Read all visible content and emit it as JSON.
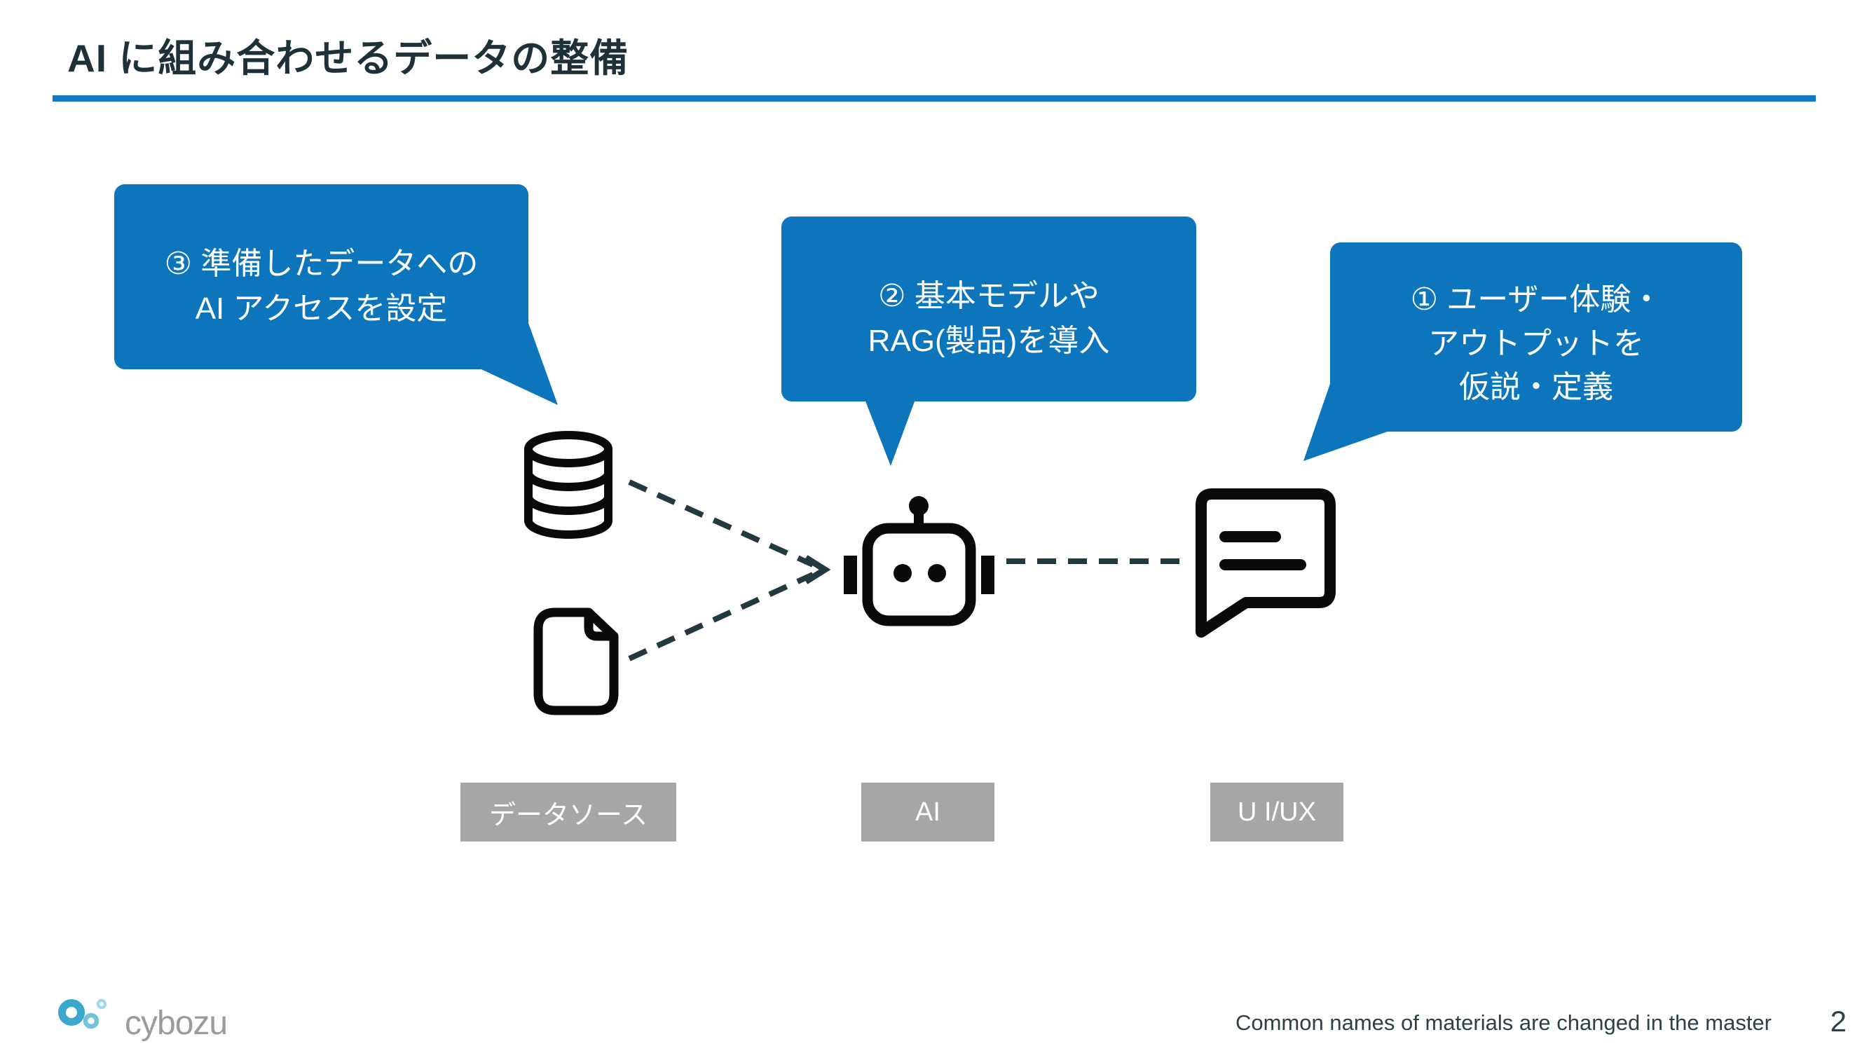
{
  "slide": {
    "title": "AI に組み合わせるデータの整備",
    "footer_note": "Common names of materials are changed in the master",
    "page_number": "2",
    "logo_text": "cybozu"
  },
  "callouts": [
    {
      "id": "step3-data-access",
      "lines": [
        "③ 準備したデータへの",
        "AI アクセスを設定"
      ]
    },
    {
      "id": "step2-model-rag",
      "lines": [
        "② 基本モデルや",
        "RAG(製品)を導入"
      ]
    },
    {
      "id": "step1-ux-output",
      "lines": [
        "① ユーザー体験・",
        "アウトプットを",
        "仮説・定義"
      ]
    }
  ],
  "nodes": {
    "datasource": {
      "label": "データソース",
      "icons": [
        "database-icon",
        "file-icon"
      ]
    },
    "ai": {
      "label": "AI",
      "icons": [
        "robot-icon"
      ]
    },
    "uiux": {
      "label": "U I/UX",
      "icons": [
        "chat-bubble-icon"
      ]
    }
  },
  "connections": [
    {
      "from": "database-icon",
      "to": "robot-icon",
      "style": "dashed-arrow"
    },
    {
      "from": "file-icon",
      "to": "robot-icon",
      "style": "dashed-arrow"
    },
    {
      "from": "robot-icon",
      "to": "chat-bubble-icon",
      "style": "dashed"
    }
  ],
  "colors": {
    "accent_blue": "#0d75bc",
    "rule_blue": "#1079c4",
    "label_gray": "#a6a6a6",
    "ink_dark": "#1e3138",
    "connector_dark": "#233940",
    "icon_black": "#0a0a0a",
    "logo_circle_large": "#3ba7cd",
    "logo_circle_medium": "#73c3dd",
    "logo_circle_small": "#a3d6e8",
    "logo_text_gray": "#9b9b9b"
  }
}
